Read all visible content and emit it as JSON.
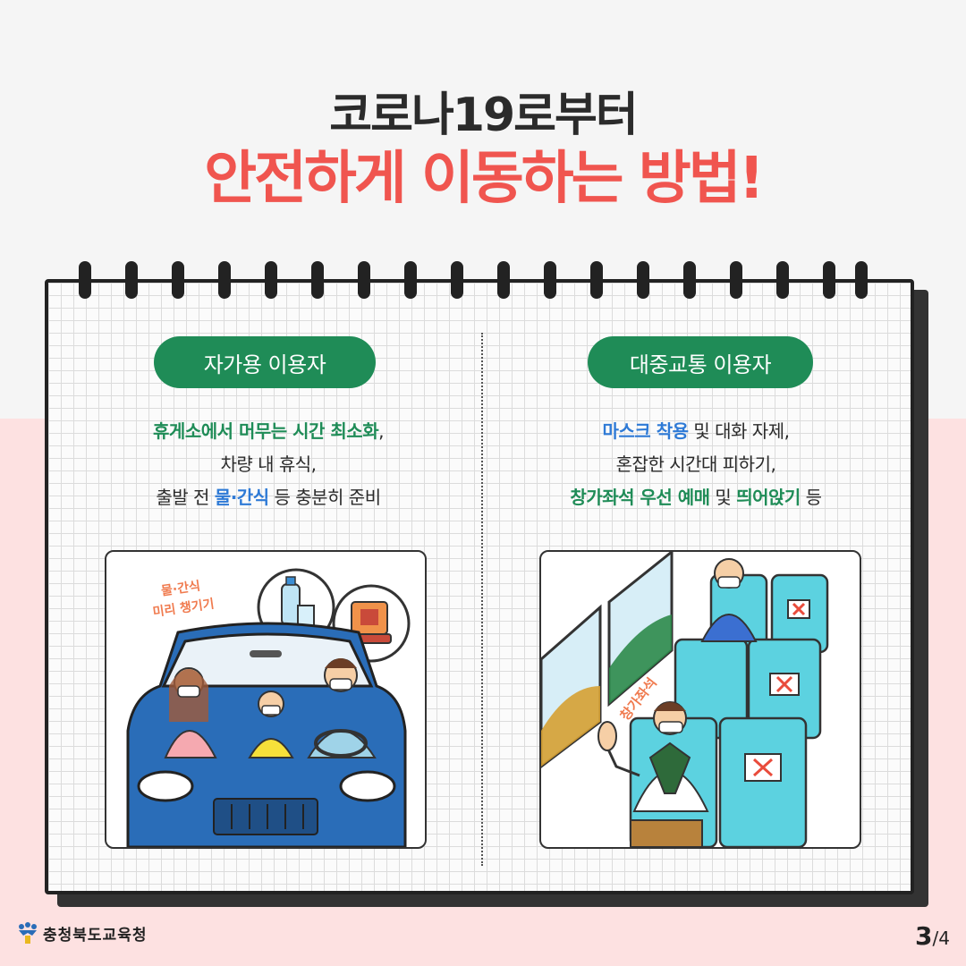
{
  "title": {
    "line1": "코로나19로부터",
    "line2": "안전하게 이동하는 방법!"
  },
  "left": {
    "heading": "자가용 이용자",
    "line1_highlight": "휴게소에서 머무는 시간 최소화",
    "line1_rest": ",",
    "line2": "차량 내 휴식,",
    "line3_pre": "출발 전 ",
    "line3_highlight": "물·간식",
    "line3_post": " 등 충분히 준비",
    "illustration_caption_1": "물·간식",
    "illustration_caption_2": "미리 챙기기"
  },
  "right": {
    "heading": "대중교통 이용자",
    "line1_highlight": "마스크 착용",
    "line1_rest": " 및 대화 자제,",
    "line2": "혼잡한 시간대 피하기,",
    "line3_highlight1": "창가좌석 우선 예매",
    "line3_mid": " 및 ",
    "line3_highlight2": "띄어앉기",
    "line3_post": " 등",
    "illustration_caption": "창가좌석"
  },
  "footer": {
    "org": "충청북도교육청",
    "page_current": "3",
    "page_total": "/4"
  },
  "colors": {
    "title_red": "#f0554f",
    "pill_green": "#1f8c57",
    "highlight_blue": "#2e7ad6",
    "pink_background": "#fde1e1"
  }
}
